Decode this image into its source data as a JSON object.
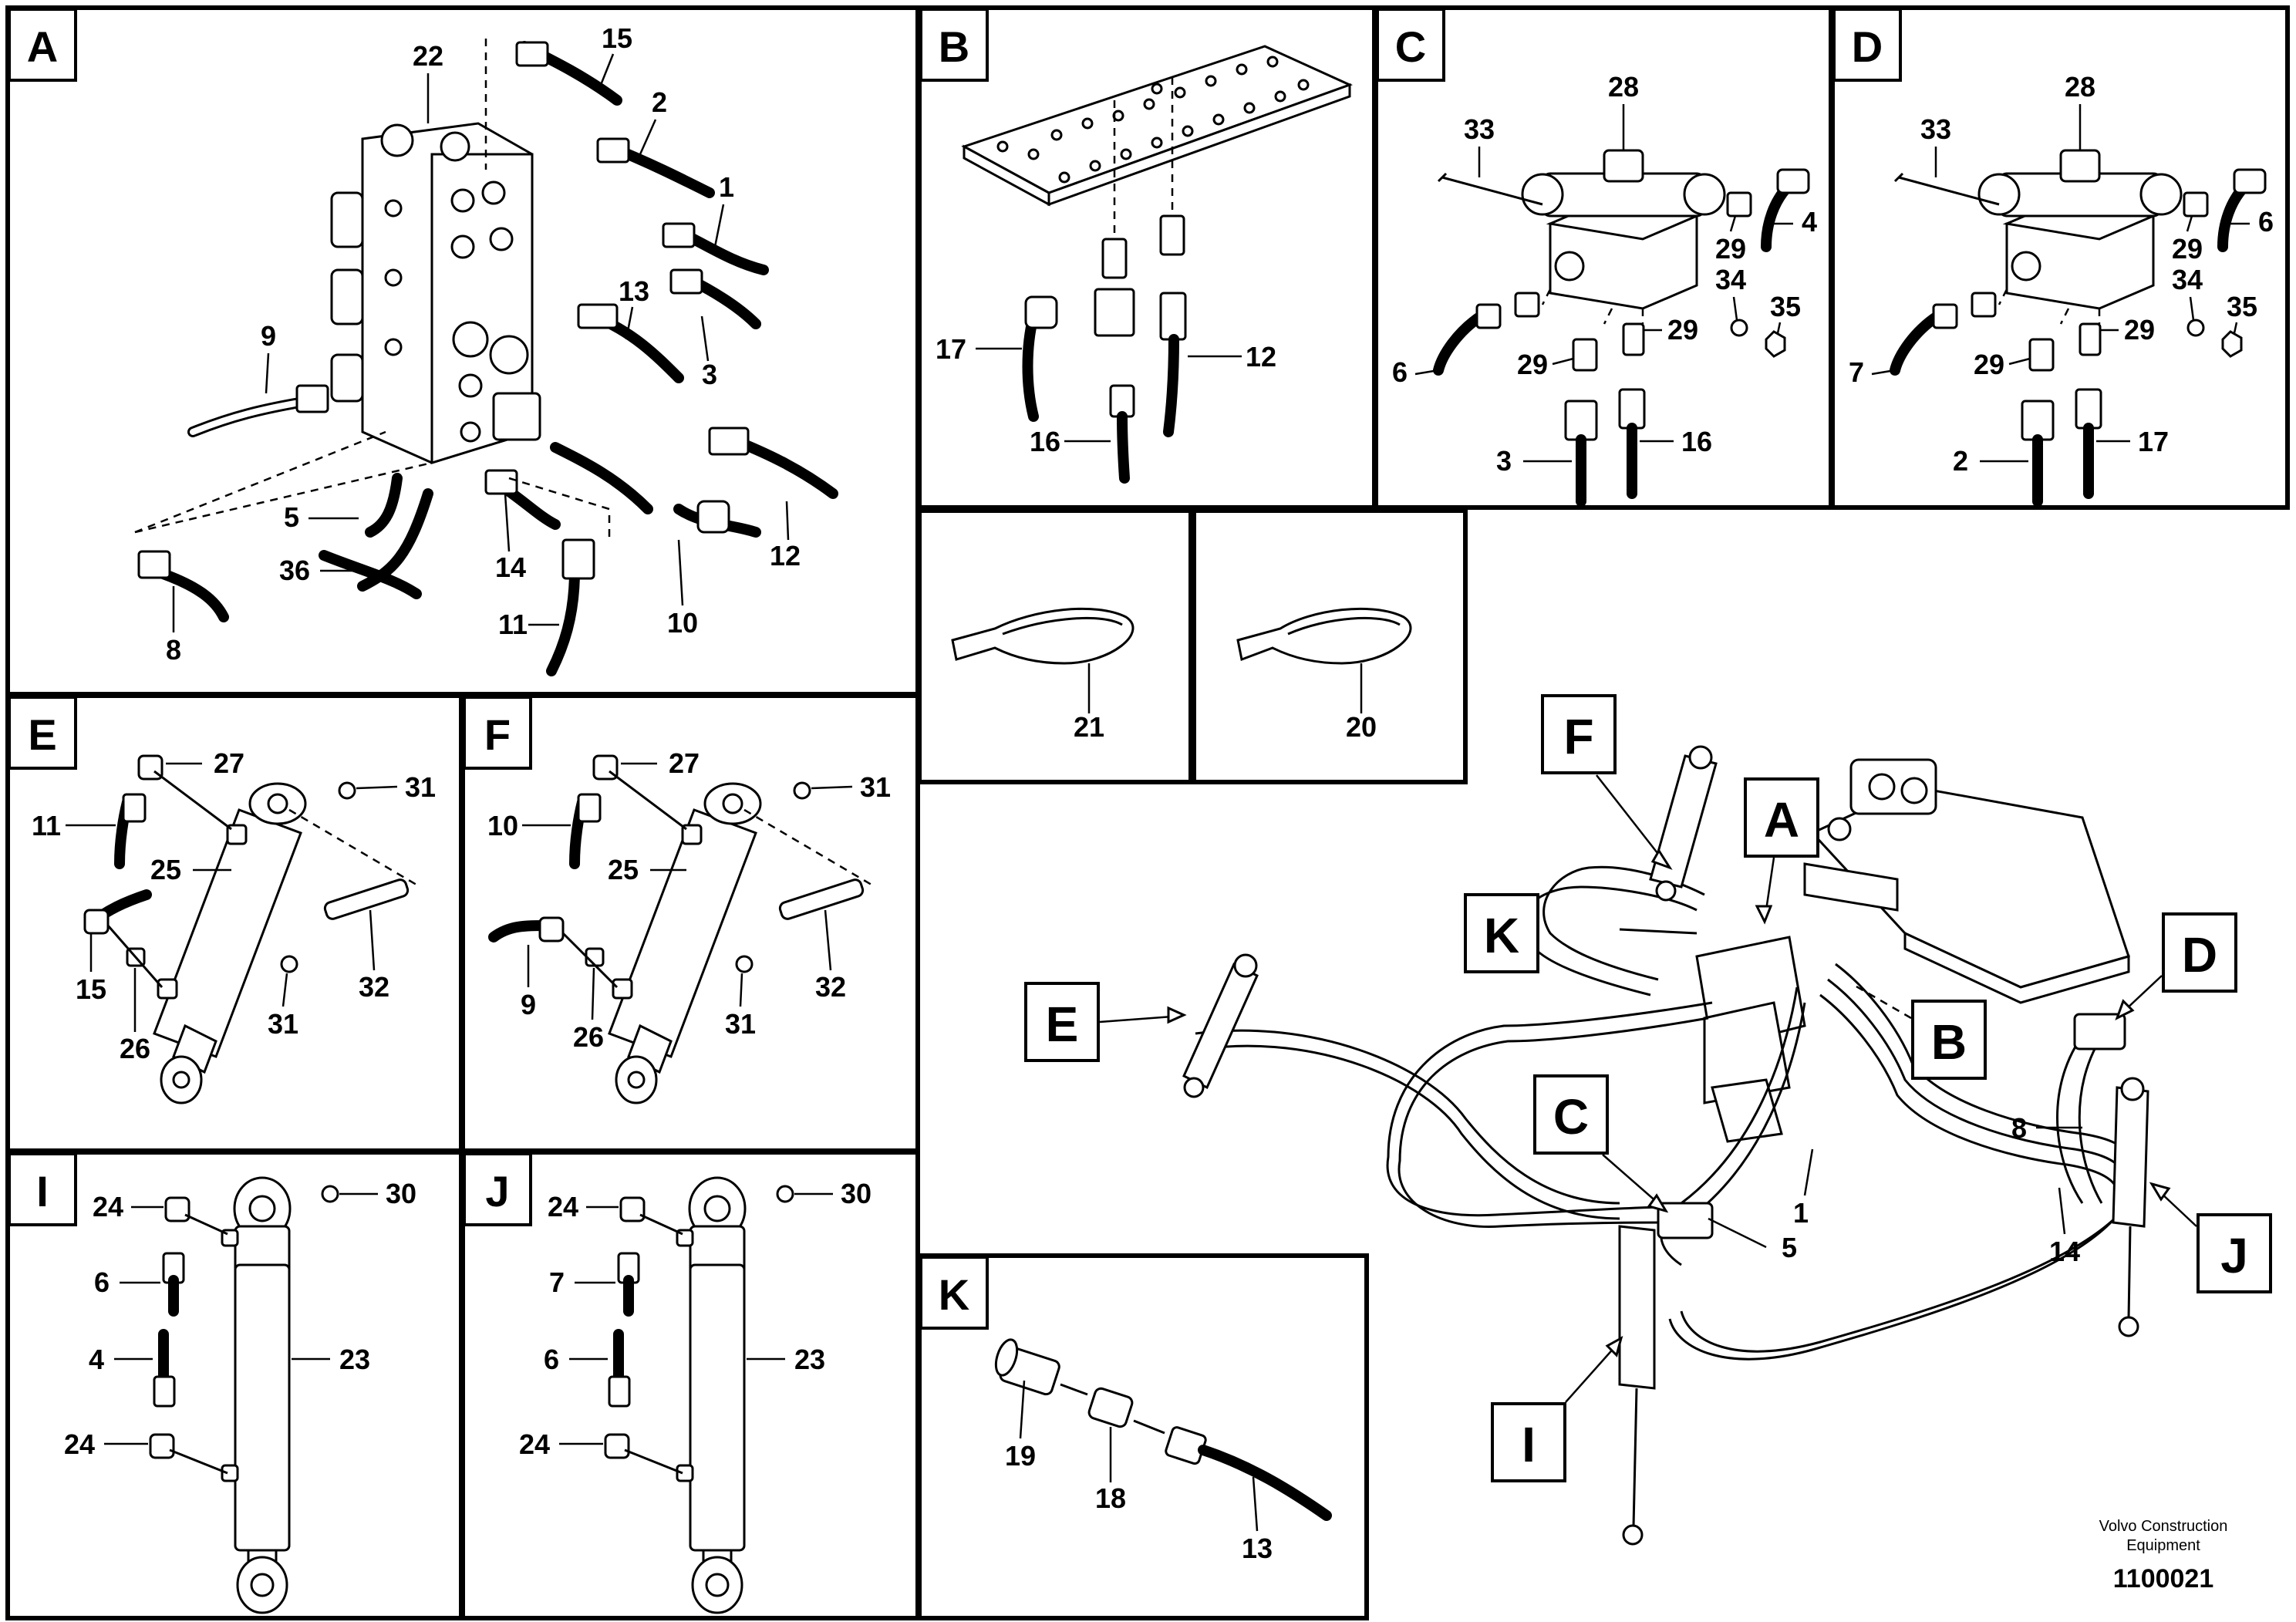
{
  "panels": {
    "A": {
      "tag": "A",
      "labels": [
        "22",
        "15",
        "2",
        "1",
        "13",
        "3",
        "9",
        "12",
        "5",
        "36",
        "14",
        "10",
        "11",
        "8"
      ]
    },
    "B": {
      "tag": "B",
      "labels": [
        "17",
        "12",
        "16"
      ]
    },
    "C": {
      "tag": "C",
      "labels": [
        "28",
        "33",
        "29",
        "4",
        "34",
        "35",
        "6",
        "29",
        "29",
        "3",
        "16"
      ]
    },
    "D": {
      "tag": "D",
      "labels": [
        "28",
        "33",
        "29",
        "6",
        "34",
        "35",
        "7",
        "29",
        "29",
        "2",
        "17"
      ]
    },
    "T21": {
      "labels": [
        "21"
      ]
    },
    "T20": {
      "labels": [
        "20"
      ]
    },
    "E": {
      "tag": "E",
      "labels": [
        "27",
        "31",
        "11",
        "25",
        "15",
        "26",
        "31",
        "32"
      ]
    },
    "F": {
      "tag": "F",
      "labels": [
        "27",
        "31",
        "10",
        "25",
        "9",
        "26",
        "31",
        "32"
      ]
    },
    "I": {
      "tag": "I",
      "labels": [
        "24",
        "30",
        "6",
        "23",
        "4",
        "24"
      ]
    },
    "J": {
      "tag": "J",
      "labels": [
        "24",
        "30",
        "7",
        "23",
        "6",
        "24"
      ]
    },
    "K": {
      "tag": "K",
      "labels": [
        "19",
        "18",
        "13"
      ]
    },
    "overview": {
      "callouts": [
        "F",
        "A",
        "K",
        "E",
        "B",
        "D",
        "C",
        "I",
        "J"
      ],
      "labels": [
        "8",
        "1",
        "5",
        "14"
      ]
    }
  },
  "footer": {
    "credit_line1": "Volvo Construction",
    "credit_line2": "Equipment",
    "drawing_number": "1100021"
  }
}
